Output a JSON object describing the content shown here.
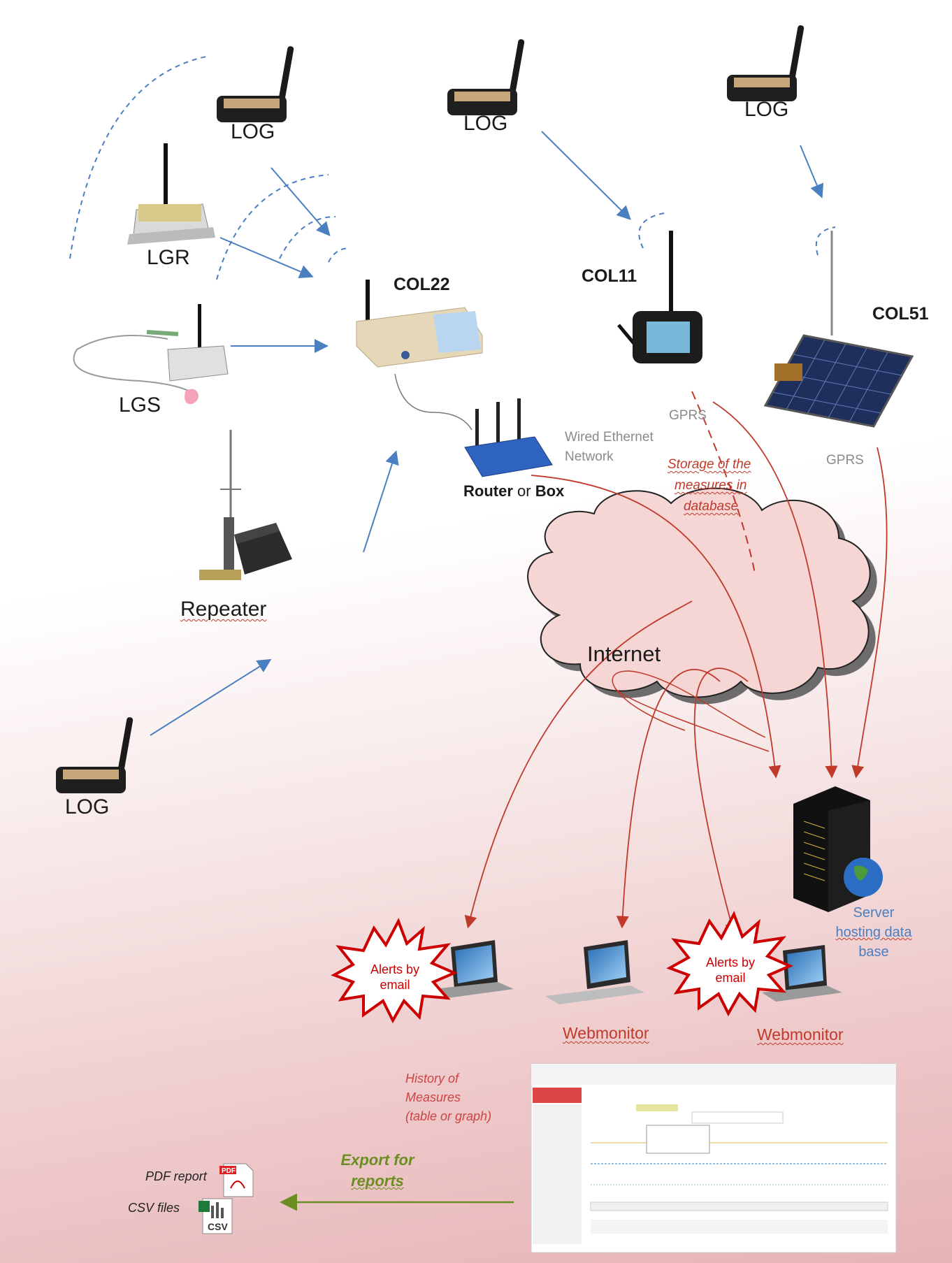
{
  "devices": {
    "log_1": "LOG",
    "log_2": "LOG",
    "log_3": "LOG",
    "log_4": "LOG",
    "lgr": "LGR",
    "lgs": "LGS",
    "repeater": "Repeater",
    "col22": "COL22",
    "col11": "COL11",
    "col51": "COL51",
    "router_bold1": "Router",
    "router_mid": " or ",
    "router_bold2": "Box"
  },
  "network": {
    "wired_line1": "Wired Ethernet",
    "wired_line2": "Network",
    "gprs_1": "GPRS",
    "gprs_2": "GPRS",
    "storage_line1": "Storage of the",
    "storage_line2": "measures in",
    "storage_line3": "database",
    "internet": "Internet",
    "server_line1": "Server",
    "server_line2": "hosting data",
    "server_line3": "base"
  },
  "clients": {
    "alert_1_line1": "Alerts by",
    "alert_1_line2": "email",
    "alert_2_line1": "Alerts by",
    "alert_2_line2": "email",
    "webmonitor_1": "Webmonitor",
    "webmonitor_2": "Webmonitor"
  },
  "reports": {
    "history_line1": "History of",
    "history_line2": "Measures",
    "history_line3": "(table or graph)",
    "export_line1": "Export for",
    "export_line2": "reports",
    "pdf_report": "PDF report",
    "csv_files": "CSV files",
    "pdf_icon_text": "PDF",
    "csv_icon_text": "CSV"
  },
  "colors": {
    "arrow_blue": "#4a7fc1",
    "arrow_red": "#c0392b",
    "arrow_green": "#6b8e23",
    "cloud_fill": "#f6d5d5"
  },
  "icons": [
    "logger-icon",
    "lgr-logger-icon",
    "lgs-logger-icon",
    "repeater-icon",
    "col22-concentrator-icon",
    "col11-gprs-icon",
    "col51-solar-icon",
    "router-icon",
    "internet-cloud",
    "server-icon",
    "laptop-icon",
    "alert-burst-icon",
    "pdf-file-icon",
    "csv-file-icon",
    "webmonitor-screenshot"
  ]
}
